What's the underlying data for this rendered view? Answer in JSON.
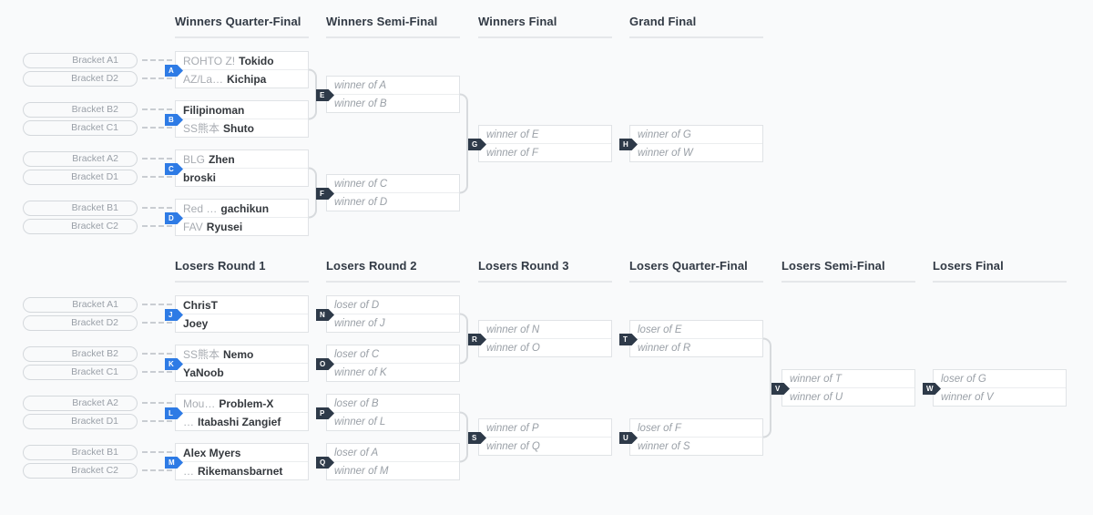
{
  "colors": {
    "background": "#f9fafb",
    "badge_blue": "#2e7be5",
    "badge_dark": "#2e3a49",
    "connector": "#d7dadd",
    "box_border": "#e0e3e6"
  },
  "round_titles": {
    "winners": [
      "Winners Quarter-Final",
      "Winners Semi-Final",
      "Winners Final",
      "Grand Final"
    ],
    "losers": [
      "Losers Round 1",
      "Losers Round 2",
      "Losers Round 3",
      "Losers Quarter-Final",
      "Losers Semi-Final",
      "Losers Final"
    ]
  },
  "seeds": {
    "winners": [
      "Bracket A1",
      "Bracket D2",
      "Bracket B2",
      "Bracket C1",
      "Bracket A2",
      "Bracket D1",
      "Bracket B1",
      "Bracket C2"
    ],
    "losers": [
      "Bracket A1",
      "Bracket D2",
      "Bracket B2",
      "Bracket C1",
      "Bracket A2",
      "Bracket D1",
      "Bracket B1",
      "Bracket C2"
    ]
  },
  "matches": {
    "A": {
      "letter": "A",
      "slots": [
        {
          "team": "ROHTO Z!",
          "player": "Tokido"
        },
        {
          "team": "AZ/La…",
          "player": "Kichipa"
        }
      ]
    },
    "B": {
      "letter": "B",
      "slots": [
        {
          "team": "",
          "player": "Filipinoman"
        },
        {
          "team": "SS熊本",
          "player": "Shuto"
        }
      ]
    },
    "C": {
      "letter": "C",
      "slots": [
        {
          "team": "BLG",
          "player": "Zhen"
        },
        {
          "team": "",
          "player": "broski"
        }
      ]
    },
    "D": {
      "letter": "D",
      "slots": [
        {
          "team": "Red …",
          "player": "gachikun"
        },
        {
          "team": "FAV",
          "player": "Ryusei"
        }
      ]
    },
    "E": {
      "letter": "E",
      "slots": [
        {
          "placeholder": "winner of A"
        },
        {
          "placeholder": "winner of B"
        }
      ]
    },
    "F": {
      "letter": "F",
      "slots": [
        {
          "placeholder": "winner of C"
        },
        {
          "placeholder": "winner of D"
        }
      ]
    },
    "G": {
      "letter": "G",
      "slots": [
        {
          "placeholder": "winner of E"
        },
        {
          "placeholder": "winner of F"
        }
      ]
    },
    "H": {
      "letter": "H",
      "slots": [
        {
          "placeholder": "winner of G"
        },
        {
          "placeholder": "winner of W"
        }
      ]
    },
    "J": {
      "letter": "J",
      "slots": [
        {
          "team": "",
          "player": "ChrisT"
        },
        {
          "team": "",
          "player": "Joey"
        }
      ]
    },
    "K": {
      "letter": "K",
      "slots": [
        {
          "team": "SS熊本",
          "player": "Nemo"
        },
        {
          "team": "",
          "player": "YaNoob"
        }
      ]
    },
    "L": {
      "letter": "L",
      "slots": [
        {
          "team": "Mou…",
          "player": "Problem-X"
        },
        {
          "team": "…",
          "player": "Itabashi Zangief"
        }
      ]
    },
    "M": {
      "letter": "M",
      "slots": [
        {
          "team": "",
          "player": "Alex Myers"
        },
        {
          "team": "…",
          "player": "Rikemansbarnet"
        }
      ]
    },
    "N": {
      "letter": "N",
      "slots": [
        {
          "placeholder": "loser of D"
        },
        {
          "placeholder": "winner of J"
        }
      ]
    },
    "O": {
      "letter": "O",
      "slots": [
        {
          "placeholder": "loser of C"
        },
        {
          "placeholder": "winner of K"
        }
      ]
    },
    "P": {
      "letter": "P",
      "slots": [
        {
          "placeholder": "loser of B"
        },
        {
          "placeholder": "winner of L"
        }
      ]
    },
    "Q": {
      "letter": "Q",
      "slots": [
        {
          "placeholder": "loser of A"
        },
        {
          "placeholder": "winner of M"
        }
      ]
    },
    "R": {
      "letter": "R",
      "slots": [
        {
          "placeholder": "winner of N"
        },
        {
          "placeholder": "winner of O"
        }
      ]
    },
    "S": {
      "letter": "S",
      "slots": [
        {
          "placeholder": "winner of P"
        },
        {
          "placeholder": "winner of Q"
        }
      ]
    },
    "T": {
      "letter": "T",
      "slots": [
        {
          "placeholder": "loser of E"
        },
        {
          "placeholder": "winner of R"
        }
      ]
    },
    "U": {
      "letter": "U",
      "slots": [
        {
          "placeholder": "loser of F"
        },
        {
          "placeholder": "winner of S"
        }
      ]
    },
    "V": {
      "letter": "V",
      "slots": [
        {
          "placeholder": "winner of T"
        },
        {
          "placeholder": "winner of U"
        }
      ]
    },
    "W": {
      "letter": "W",
      "slots": [
        {
          "placeholder": "loser of G"
        },
        {
          "placeholder": "winner of V"
        }
      ]
    }
  }
}
